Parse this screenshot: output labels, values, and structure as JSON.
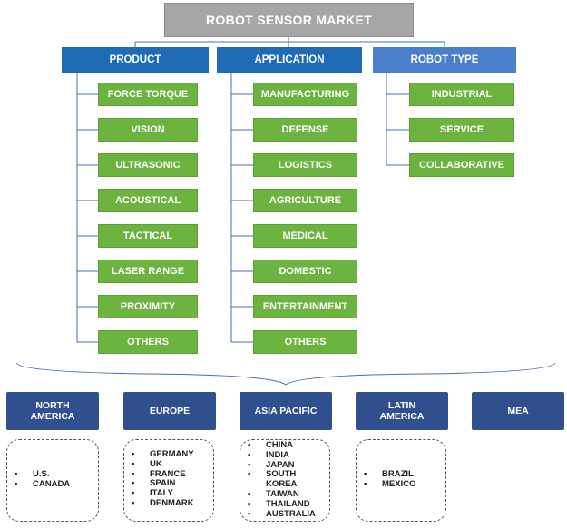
{
  "title": "ROBOT SENSOR MARKET",
  "categories": [
    {
      "label": "PRODUCT",
      "items": [
        "FORCE TORQUE",
        "VISION",
        "ULTRASONIC",
        "ACOUSTICAL",
        "TACTICAL",
        "LASER RANGE",
        "PROXIMITY",
        "OTHERS"
      ]
    },
    {
      "label": "APPLICATION",
      "items": [
        "MANUFACTURING",
        "DEFENSE",
        "LOGISTICS",
        "AGRICULTURE",
        "MEDICAL",
        "DOMESTIC",
        "ENTERTAINMENT",
        "OTHERS"
      ]
    },
    {
      "label": "ROBOT TYPE",
      "items": [
        "INDUSTRIAL",
        "SERVICE",
        "COLLABORATIVE"
      ]
    }
  ],
  "regions": [
    {
      "label": "NORTH AMERICA",
      "countries": [
        "U.S.",
        "CANADA"
      ]
    },
    {
      "label": "EUROPE",
      "countries": [
        "GERMANY",
        "UK",
        "FRANCE",
        "SPAIN",
        "ITALY",
        "DENMARK"
      ]
    },
    {
      "label": "ASIA PACIFIC",
      "countries": [
        "CHINA",
        "INDIA",
        "JAPAN",
        "SOUTH KOREA",
        "TAIWAN",
        "THAILAND",
        "AUSTRALIA"
      ]
    },
    {
      "label": "LATIN AMERICA",
      "countries": [
        "BRAZIL",
        "MEXICO"
      ]
    },
    {
      "label": "MEA",
      "countries": []
    }
  ],
  "colors": {
    "title": "#a6a6a6",
    "category": "#1f6bb5",
    "category_alt": "#4a7fcb",
    "leaf": "#6cb33f",
    "region": "#2f4f8f"
  }
}
